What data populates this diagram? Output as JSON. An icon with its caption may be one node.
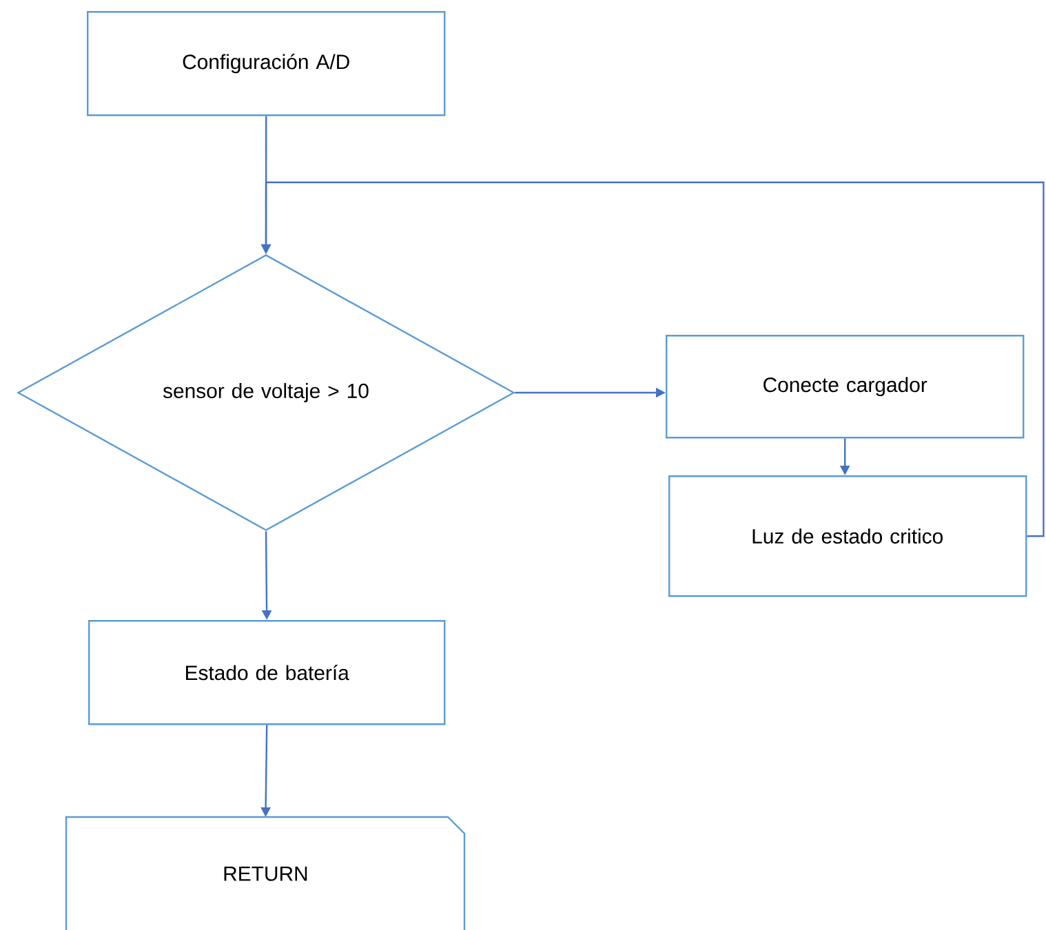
{
  "diagram": {
    "nodes": [
      {
        "text": [
          "Configuración A/D"
        ]
      },
      {
        "text": [
          "sensor de voltaje > 10"
        ]
      },
      {
        "text": [
          "Conecte cargador"
        ]
      },
      {
        "text": [
          "Luz de estado critico"
        ]
      },
      {
        "text": [
          "Estado de batería"
        ]
      },
      {
        "text": [
          "RETURN"
        ]
      }
    ],
    "edges": [
      {
        "from": 0,
        "to": 1,
        "arrow": "to"
      },
      {
        "from": 3,
        "to": 1,
        "arrow": "to"
      },
      {
        "from": 1,
        "to": 2,
        "arrow": "to"
      },
      {
        "from": 2,
        "to": 3,
        "arrow": "to"
      },
      {
        "from": 1,
        "to": 4,
        "arrow": "to"
      },
      {
        "from": 4,
        "to": 5,
        "arrow": "to"
      }
    ]
  }
}
